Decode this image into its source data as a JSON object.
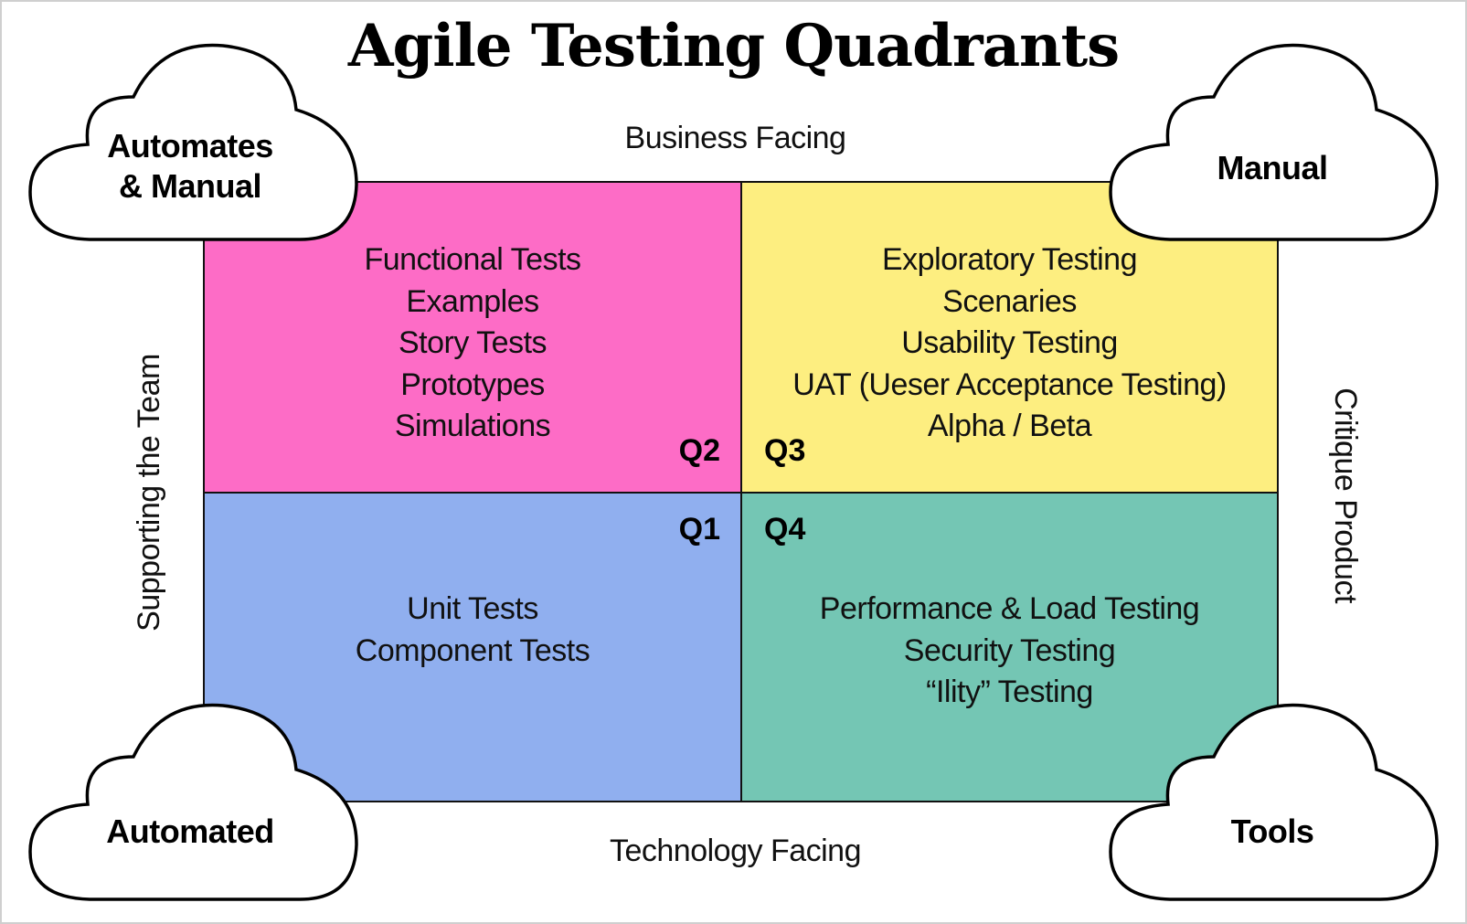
{
  "title": "Agile Testing Quadrants",
  "axes": {
    "top": "Business Facing",
    "bottom": "Technology Facing",
    "left": "Supporting the Team",
    "right": "Critique Product"
  },
  "quadrants": {
    "q2": {
      "label": "Q2",
      "color": "#fd6cc6",
      "items": [
        "Functional Tests",
        "Examples",
        "Story Tests",
        "Prototypes",
        "Simulations"
      ]
    },
    "q3": {
      "label": "Q3",
      "color": "#fdee80",
      "items": [
        "Exploratory Testing",
        "Scenaries",
        "Usability Testing",
        "UAT (Ueser Acceptance Testing)",
        "Alpha / Beta"
      ]
    },
    "q1": {
      "label": "Q1",
      "color": "#90afef",
      "items": [
        "Unit Tests",
        "Component Tests"
      ]
    },
    "q4": {
      "label": "Q4",
      "color": "#74c6b4",
      "items": [
        "Performance & Load Testing",
        "Security Testing",
        "“Ility” Testing"
      ]
    }
  },
  "clouds": {
    "top_left": "Automates\n& Manual",
    "top_right": "Manual",
    "bottom_left": "Automated",
    "bottom_right": "Tools"
  }
}
